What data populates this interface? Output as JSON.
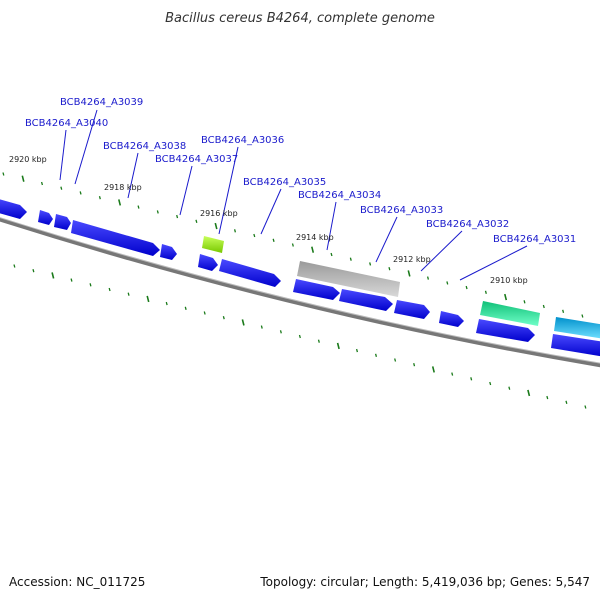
{
  "title": "Bacillus cereus B4264, complete genome",
  "footer": {
    "accession": "Accession: NC_011725",
    "summary": "Topology: circular; Length: 5,419,036 bp; Genes: 5,547"
  },
  "kbp_labels": [
    "2920 kbp",
    "2918 kbp",
    "2916 kbp",
    "2914 kbp",
    "2912 kbp",
    "2910 kbp"
  ],
  "gene_labels": [
    "BCB4264_A3039",
    "BCB4264_A3040",
    "BCB4264_A3038",
    "BCB4264_A3036",
    "BCB4264_A3037",
    "BCB4264_A3035",
    "BCB4264_A3034",
    "BCB4264_A3033",
    "BCB4264_A3032",
    "BCB4264_A3031"
  ],
  "colors": {
    "gene": "#0000e6",
    "gene_light": "#3a3aff",
    "gene_highlight_green": "#88e000",
    "gene_gray": "#bdbdbd",
    "gene_teal": "#10d890",
    "gene_cyan": "#00b4e6",
    "backbone": "#777777",
    "tick": "#1a7a1a",
    "leader": "#1a1acc"
  }
}
